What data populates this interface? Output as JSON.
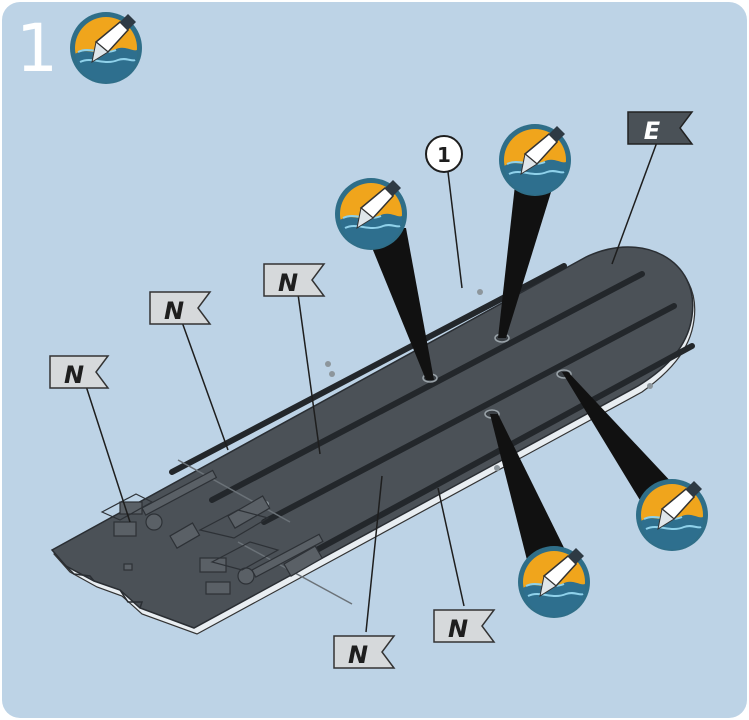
{
  "step": {
    "number": "1"
  },
  "part_callout": {
    "label": "1"
  },
  "flags": {
    "n1": "N",
    "n2": "N",
    "n3": "N",
    "n4": "N",
    "n5": "N",
    "e": "E"
  },
  "icons": {
    "step_icon": "paint-brush-icon",
    "detail_icon": "paint-brush-detail-icon"
  },
  "colors": {
    "background": "#bdd3e6",
    "flag_n_fill": "#d6d9db",
    "flag_e_fill": "#4a5157",
    "board": "#474c52",
    "icon_gold": "#f0a51c",
    "icon_ring": "#2f6e88"
  }
}
